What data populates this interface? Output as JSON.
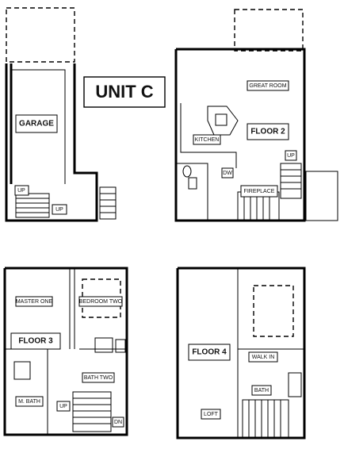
{
  "title": "UNIT C",
  "floors": {
    "floor1": {
      "labels": {
        "garage": "GARAGE",
        "up1": "UP",
        "up2": "UP"
      }
    },
    "floor2": {
      "labels": {
        "great_room": "GREAT ROOM",
        "floor": "FLOOR 2",
        "kitchen": "KITCHEN",
        "dw": "DW",
        "up": "UP",
        "fireplace": "FIREPLACE"
      }
    },
    "floor3": {
      "labels": {
        "master": "MASTER ONE",
        "bedroom2": "BEDROOM TWO",
        "floor": "FLOOR 3",
        "bath2": "BATH TWO",
        "mbath": "M. BATH",
        "up": "UP",
        "dn": "DN"
      }
    },
    "floor4": {
      "labels": {
        "floor": "FLOOR 4",
        "walkin": "WALK IN",
        "bath": "BATH",
        "loft": "LOFT"
      }
    }
  }
}
